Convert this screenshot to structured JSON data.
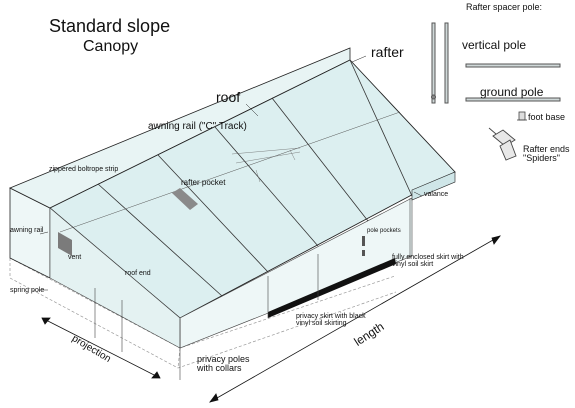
{
  "title": "Standard slope",
  "subtitle": "Canopy",
  "labels": {
    "rafter": "rafter",
    "roof": "roof",
    "awning_rail_track": "awning rail (\"C\" Track)",
    "zippered_boltrope_strip": "zippered boltrope strip",
    "rafter_pocket": "rafter pocket",
    "valance": "valance",
    "awning_rail": "awning rail",
    "vent": "vent",
    "roof_end": "roof end",
    "pole_pockets": "pole pockets",
    "fully_enclosed_skirt": "fully enclosed skirt with vinyl soil skirt",
    "spring_pole": "spring pole",
    "privacy_skirt": "privacy skirt with black vinyl soil skirting",
    "projection": "projection",
    "length": "length",
    "privacy_poles": "privacy poles with collars"
  },
  "legend": {
    "title": "Rafter spacer pole:",
    "vertical_pole": "vertical pole",
    "ground_pole": "ground pole",
    "foot_base": "foot base",
    "rafter_ends": "Rafter ends \"Spiders\""
  },
  "colors": {
    "line": "#222222",
    "roof_fill": "#dceff0",
    "wall_fill": "#e8f5f5",
    "skirt_black": "#111111",
    "pocket_gray": "#8a8a8a"
  }
}
